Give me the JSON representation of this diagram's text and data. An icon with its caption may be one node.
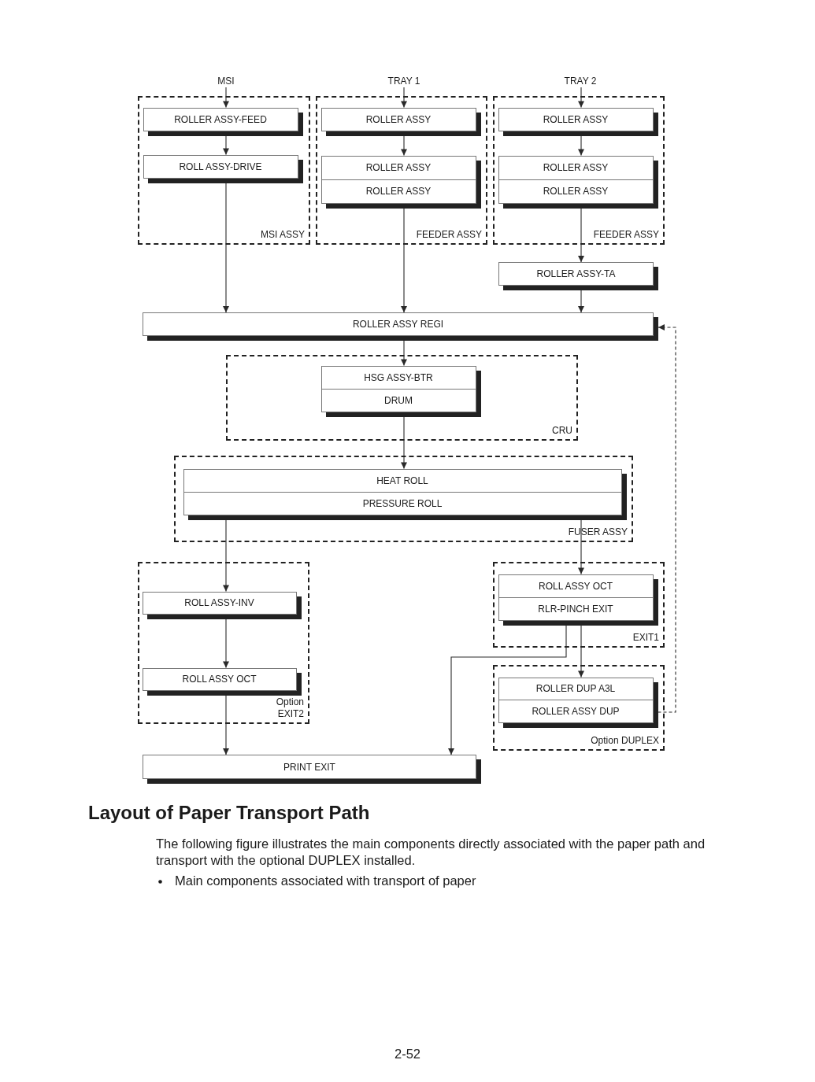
{
  "diagram": {
    "title": "Layout of Paper Transport Path",
    "nodes": [
      {
        "text": [
          "MSI"
        ]
      },
      {
        "text": [
          "TRAY 1"
        ]
      },
      {
        "text": [
          "TRAY 2"
        ]
      },
      {
        "text": [
          "MSI ASSY"
        ]
      },
      {
        "text": [
          "ROLLER ASSY-FEED"
        ],
        "in": 3
      },
      {
        "text": [
          "ROLL ASSY-DRIVE"
        ],
        "in": 3
      },
      {
        "text": [
          "FEEDER ASSY"
        ]
      },
      {
        "text": [
          "ROLLER ASSY"
        ],
        "in": 6
      },
      {
        "text": [
          "ROLLER ASSY",
          "ROLLER ASSY"
        ],
        "in": 6
      },
      {
        "text": [
          "FEEDER ASSY"
        ]
      },
      {
        "text": [
          "ROLLER ASSY"
        ],
        "in": 9
      },
      {
        "text": [
          "ROLLER ASSY",
          "ROLLER ASSY"
        ],
        "in": 9
      },
      {
        "text": [
          "ROLLER ASSY-TA"
        ]
      },
      {
        "text": [
          "ROLLER ASSY REGI"
        ]
      },
      {
        "text": [
          "CRU"
        ]
      },
      {
        "text": [
          "HSG ASSY-BTR",
          "DRUM"
        ],
        "in": 14
      },
      {
        "text": [
          "FUSER ASSY"
        ]
      },
      {
        "text": [
          "HEAT ROLL",
          "PRESSURE ROLL"
        ],
        "in": 16
      },
      {
        "text": [
          "Option EXIT2"
        ]
      },
      {
        "text": [
          "ROLL ASSY-INV"
        ],
        "in": 18
      },
      {
        "text": [
          "ROLL ASSY OCT"
        ],
        "in": 18
      },
      {
        "text": [
          "EXIT1"
        ]
      },
      {
        "text": [
          "ROLL ASSY OCT",
          "RLR-PINCH EXIT"
        ],
        "in": 21
      },
      {
        "text": [
          "Option DUPLEX"
        ]
      },
      {
        "text": [
          "ROLLER DUP A3L",
          "ROLLER ASSY DUP"
        ],
        "in": 23
      },
      {
        "text": [
          "PRINT EXIT"
        ]
      }
    ],
    "edges": [
      {
        "from": 0,
        "to": 4,
        "arrow": "to"
      },
      {
        "from": 4,
        "to": 5,
        "arrow": "to"
      },
      {
        "from": 5,
        "to": 13,
        "arrow": "to"
      },
      {
        "from": 1,
        "to": 7,
        "arrow": "to"
      },
      {
        "from": 7,
        "to": 8,
        "arrow": "to"
      },
      {
        "from": 8,
        "to": 13,
        "arrow": "to"
      },
      {
        "from": 2,
        "to": 10,
        "arrow": "to"
      },
      {
        "from": 10,
        "to": 11,
        "arrow": "to"
      },
      {
        "from": 11,
        "to": 12,
        "arrow": "to"
      },
      {
        "from": 12,
        "to": 13,
        "arrow": "to"
      },
      {
        "from": 13,
        "to": 15,
        "arrow": "to"
      },
      {
        "from": 15,
        "to": 17,
        "arrow": "to"
      },
      {
        "from": 17,
        "to": 19,
        "arrow": "to"
      },
      {
        "from": 17,
        "to": 22,
        "arrow": "to"
      },
      {
        "from": 19,
        "to": 20,
        "arrow": "to"
      },
      {
        "from": 20,
        "to": 25,
        "arrow": "to"
      },
      {
        "from": 22,
        "to": 24,
        "arrow": "to"
      },
      {
        "from": 22,
        "to": 25,
        "arrow": "to"
      },
      {
        "from": 24,
        "to": 13,
        "arrow": "to",
        "style": "dashed"
      }
    ],
    "labels": [
      "The following figure illustrates the main components directly associated with the paper path and transport with the optional DUPLEX installed.",
      "Main components associated with transport of paper",
      "2-52"
    ]
  }
}
